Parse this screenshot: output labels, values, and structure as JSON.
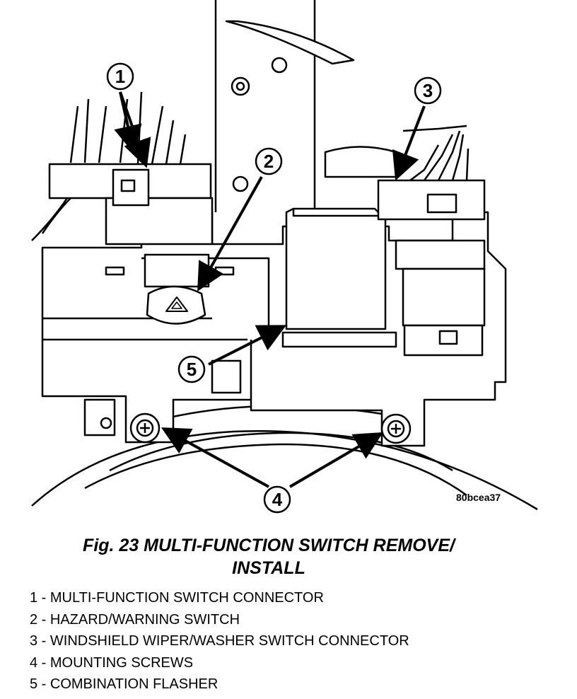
{
  "figure": {
    "art_code": "80bcea37",
    "caption_line1": "Fig. 23 MULTI-FUNCTION SWITCH REMOVE/",
    "caption_line2": "INSTALL"
  },
  "callouts": [
    {
      "number": "1",
      "target": "multi-function-switch-connector"
    },
    {
      "number": "2",
      "target": "hazard-warning-switch"
    },
    {
      "number": "3",
      "target": "windshield-wiper-washer-switch-connector"
    },
    {
      "number": "4",
      "target": "mounting-screws"
    },
    {
      "number": "5",
      "target": "combination-flasher"
    }
  ],
  "legend": [
    "1 - MULTI-FUNCTION SWITCH CONNECTOR",
    "2 - HAZARD/WARNING SWITCH",
    "3 - WINDSHIELD WIPER/WASHER SWITCH CONNECTOR",
    "4 - MOUNTING SCREWS",
    "5 - COMBINATION FLASHER"
  ]
}
